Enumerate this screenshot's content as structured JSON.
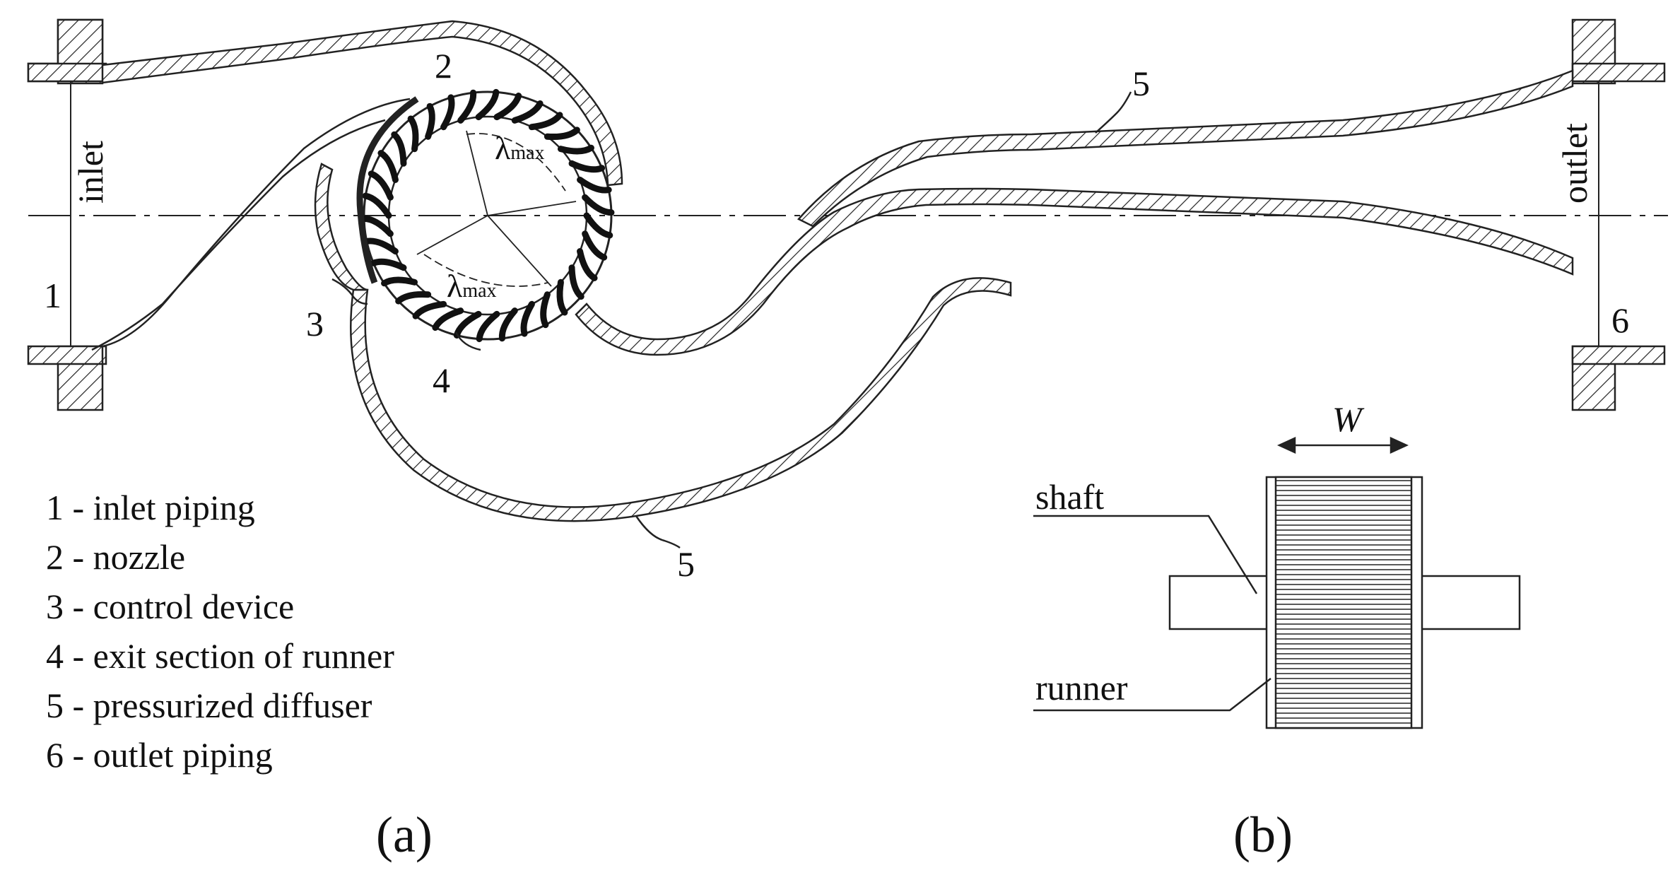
{
  "figure": {
    "panel_a": {
      "caption": "(a)",
      "labels": {
        "inlet": "inlet",
        "outlet": "outlet",
        "n1": "1",
        "n2": "2",
        "n3": "3",
        "n4": "4",
        "n5_top": "5",
        "n5_bottom": "5",
        "n6": "6",
        "lambda_symbol": "λ",
        "lambda_sub": "max"
      },
      "legend": [
        "1 - inlet piping",
        "2 - nozzle",
        "3 - control device",
        "4 - exit section of runner",
        "5 - pressurized diffuser",
        "6 - outlet piping"
      ]
    },
    "panel_b": {
      "caption": "(b)",
      "labels": {
        "width": "W",
        "shaft": "shaft",
        "runner": "runner"
      }
    }
  }
}
